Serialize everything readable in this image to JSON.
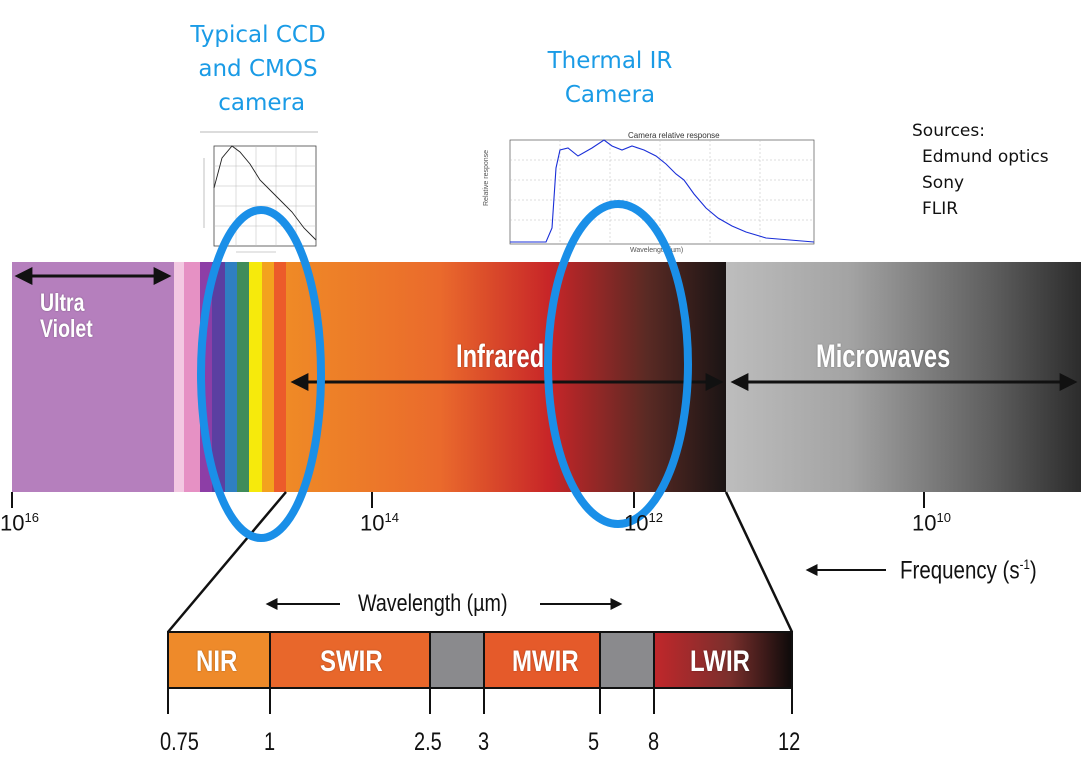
{
  "camera_labels": {
    "ccd": "Typical CCD\nand CMOS\n camera",
    "thermal": "Thermal IR\nCamera"
  },
  "sources": {
    "heading": "Sources:",
    "items": [
      "Edmund optics",
      "Sony",
      "FLIR"
    ]
  },
  "spectrum": {
    "ultra_violet": "Ultra\nViolet",
    "infrared": "Infrared",
    "microwaves": "Microwaves",
    "frequency_ticks": [
      {
        "base": "10",
        "exp": "16"
      },
      {
        "base": "10",
        "exp": "14"
      },
      {
        "base": "10",
        "exp": "12"
      },
      {
        "base": "10",
        "exp": "10"
      }
    ],
    "frequency_label": "Frequency (s",
    "frequency_exp": "-1",
    "frequency_close": ")"
  },
  "ir_bands": {
    "wavelength_label": "Wavelength (µm)",
    "bands": [
      "NIR",
      "SWIR",
      "MWIR",
      "LWIR"
    ],
    "ticks": [
      "0.75",
      "1",
      "2.5",
      "3",
      "5",
      "8",
      "12"
    ]
  },
  "colors": {
    "highlight_ellipse": "#1a8fe8",
    "label_blue": "#1a9be6",
    "ultraviolet": "#b57fbd",
    "infrared_orange": "#e8732a",
    "infrared_red": "#c8262a",
    "gap_gray": "#8a8a8d"
  },
  "thermal_chart_title": "Camera relative response"
}
